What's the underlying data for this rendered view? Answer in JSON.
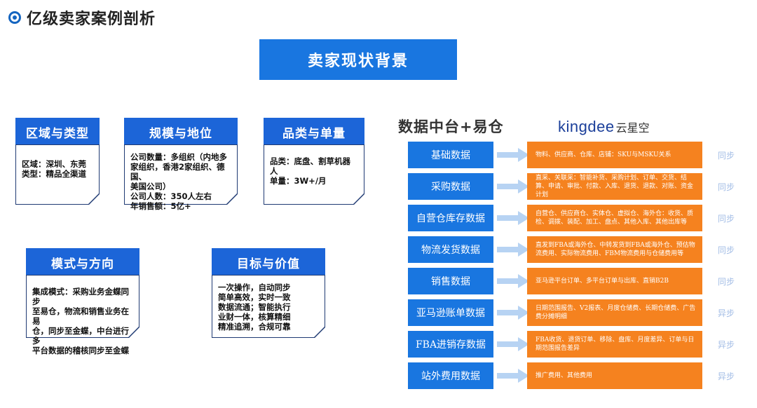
{
  "header": {
    "title": "亿级卖家案例剖析"
  },
  "banner": {
    "label": "卖家现状背景"
  },
  "cards": [
    {
      "title": "区域与类型",
      "lines": [
        "区域：深圳、东莞",
        "类型：精品全渠道"
      ]
    },
    {
      "title": "规模与地位",
      "lines": [
        "公司数量：多组织（内地多",
        "家组织，香港2家组织、德国、",
        "美国公司）",
        "公司人数：350人左右",
        "年销售额：5亿+"
      ]
    },
    {
      "title": "品类与单量",
      "lines": [
        "品类：底盘、割草机器",
        "人",
        "单量：3W+/月"
      ]
    },
    {
      "title": "模式与方向",
      "lines": [
        "集成模式：采购业务金蝶同步",
        "至易仓，物流和销售业务在易",
        "仓，同步至金蝶，中台进行多",
        "平台数据的稽核同步至金蝶"
      ]
    },
    {
      "title": "目标与价值",
      "lines": [
        "一次操作，自动同步",
        "简单高效，实时一致",
        "数据流通；智能执行",
        "业财一体，核算精细",
        "精准追溯，合规可靠"
      ]
    }
  ],
  "data_stack": {
    "title": "数据中台+易仓",
    "logo_word": "kingdee",
    "logo_sub": "云星空",
    "rows": [
      {
        "label": "基础数据",
        "desc": "物料、供应商、仓库、店铺：SKU与MSKU关系",
        "sync": "同步"
      },
      {
        "label": "采购数据",
        "desc": "直采、关联采：智能补货、采购计划、订单、交货、结算、申请、审批、付款、入库、退货、退款、对账、资金计划",
        "sync": "同步"
      },
      {
        "label": "自营仓库存数据",
        "desc": "自营仓、供应商仓、实体仓、虚拟仓、海外仓：收货、质检、调拨、装配、加工、盘点、其他入库、其他出库等",
        "sync": "同步"
      },
      {
        "label": "物流发货数据",
        "desc": "直发到FBA或海外仓、中转发货到FBA或海外仓、预估物流费用、实际物流费用、FBM物流费用与仓储费用等",
        "sync": "同步"
      },
      {
        "label": "销售数据",
        "desc": "亚马逊平台订单、多平台订单与出库、直销B2B",
        "sync": "同步"
      },
      {
        "label": "亚马逊账单数据",
        "desc": "日期范围报告、V2报表、月度仓储费、长期仓储费、广告费分摊明细",
        "sync": "异步"
      },
      {
        "label": "FBA进销存数据",
        "desc": "FBA收货、退货订单、移除、盘库、月度差异、订单与日期范围报告差异",
        "sync": "异步"
      },
      {
        "label": "站外费用数据",
        "desc": "推广费用、其他费用",
        "sync": "异步"
      }
    ]
  },
  "colors": {
    "primary_blue": "#1976e0",
    "card_head_blue": "#1c65d8",
    "orange": "#f5821f",
    "sync_text": "#a3bde6",
    "logo_blue": "#1b3f9a"
  }
}
